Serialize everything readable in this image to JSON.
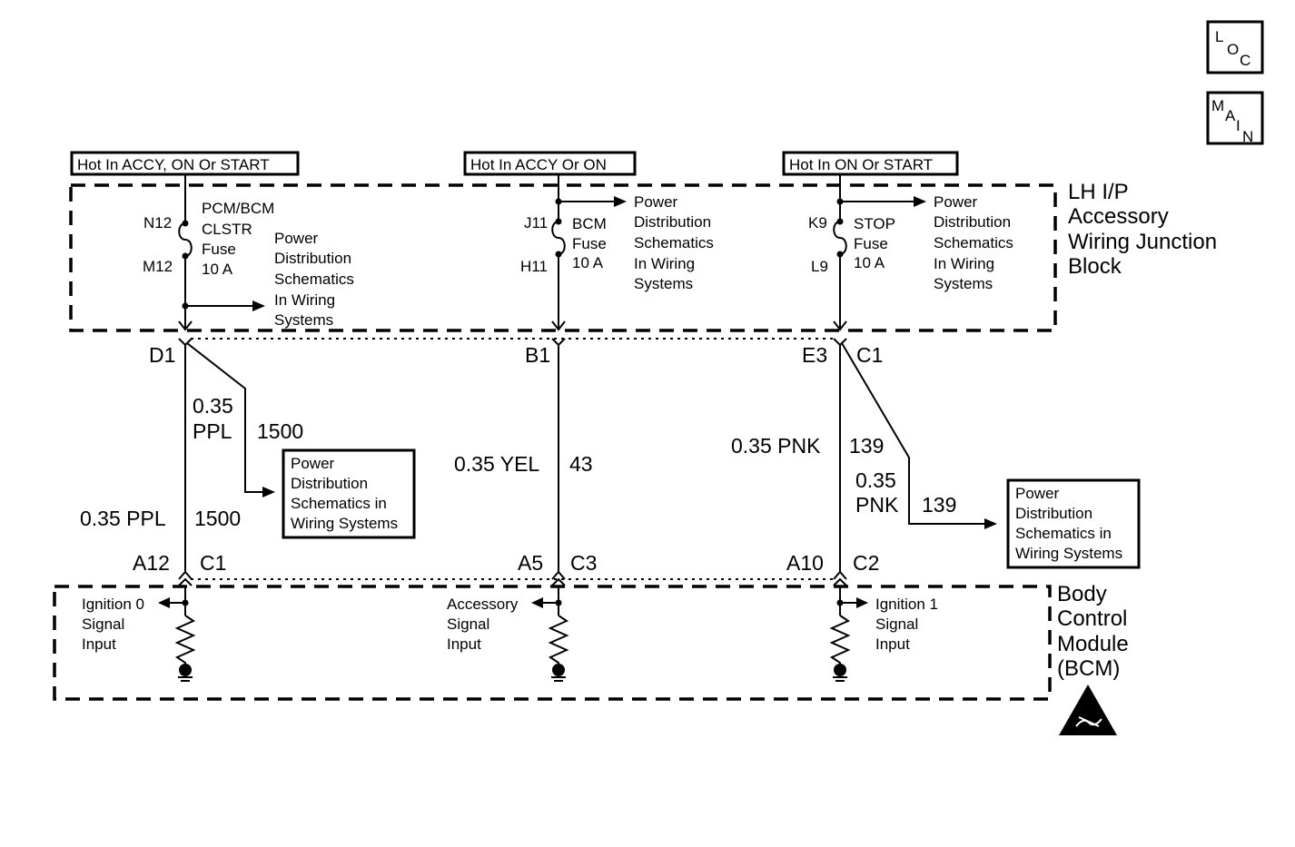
{
  "nav_buttons": {
    "loc": {
      "l": "L",
      "o": "O",
      "c": "C"
    },
    "main": {
      "m": "M",
      "a": "A",
      "i": "I",
      "n": "N"
    }
  },
  "hot_labels": [
    "Hot In ACCY, ON Or START",
    "Hot In ACCY Or ON",
    "Hot In ON Or START"
  ],
  "junction_block": {
    "lines": [
      "LH I/P",
      "Accessory",
      "Wiring Junction",
      "Block"
    ]
  },
  "bcm": {
    "lines": [
      "Body",
      "Control",
      "Module",
      "(BCM)"
    ]
  },
  "circuits": [
    {
      "fuse_in_pin": "N12",
      "fuse_out_pin": "M12",
      "fuse_label": [
        "PCM/BCM",
        "CLSTR",
        "Fuse",
        "10 A"
      ],
      "pd_note": [
        "Power",
        "Distribution",
        "Schematics",
        "In Wiring",
        "Systems"
      ],
      "connector_top": "D1",
      "wire_left": "0.35 PPL",
      "wire_right": "1500",
      "branch_wire": [
        "0.35",
        "PPL"
      ],
      "branch_circuit": "1500",
      "branch_box": [
        "Power",
        "Distribution",
        "Schematics in",
        "Wiring Systems"
      ],
      "bcm_pin": "A12",
      "bcm_connector": "C1",
      "bcm_input": [
        "Ignition 0",
        "Signal",
        "Input"
      ]
    },
    {
      "fuse_in_pin": "J11",
      "fuse_out_pin": "H11",
      "fuse_label": [
        "BCM",
        "Fuse",
        "10 A"
      ],
      "pd_note": [
        "Power",
        "Distribution",
        "Schematics",
        "In Wiring",
        "Systems"
      ],
      "connector_top": "B1",
      "wire_left": "0.35 YEL",
      "wire_right": "43",
      "bcm_pin": "A5",
      "bcm_connector": "C3",
      "bcm_input": [
        "Accessory",
        "Signal",
        "Input"
      ]
    },
    {
      "fuse_in_pin": "K9",
      "fuse_out_pin": "L9",
      "fuse_label": [
        "STOP",
        "Fuse",
        "10 A"
      ],
      "pd_note": [
        "Power",
        "Distribution",
        "Schematics",
        "In Wiring",
        "Systems"
      ],
      "connector_top": "E3",
      "connector_top_right": "C1",
      "wire_left": "0.35 PNK",
      "wire_right": "139",
      "branch_wire": [
        "0.35",
        "PNK"
      ],
      "branch_circuit": "139",
      "branch_box": [
        "Power",
        "Distribution",
        "Schematics in",
        "Wiring Systems"
      ],
      "bcm_pin": "A10",
      "bcm_connector": "C2",
      "bcm_input": [
        "Ignition 1",
        "Signal",
        "Input"
      ]
    }
  ],
  "icons": {
    "esd": "esd-warning-icon",
    "ground": "ground-icon",
    "resistor": "resistor-icon"
  }
}
